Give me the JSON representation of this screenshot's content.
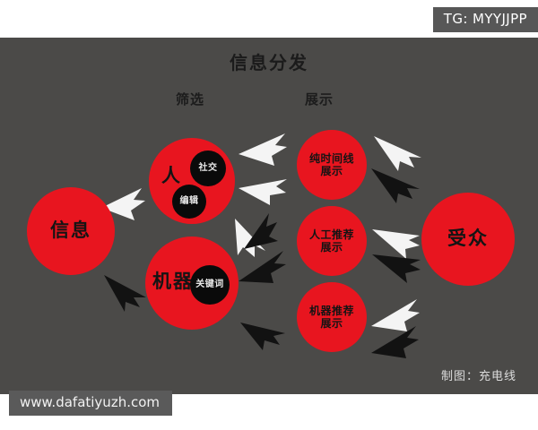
{
  "top_bar": {
    "badge_label": "TG: MYYJJPP"
  },
  "watermark": {
    "site_label": "www.dafatiyuzh.com"
  },
  "diagram": {
    "title": "信息分发",
    "column_labels": {
      "filter": "筛选",
      "display": "展示"
    },
    "credit": "制图：充电线",
    "colors": {
      "background": "#4b4a48",
      "node_red": "#e8151f",
      "subnode_black": "#0a0a0a",
      "arrow_white": "#f4f4f4",
      "arrow_black": "#111111",
      "badge_gray": "#575757"
    },
    "nodes": {
      "source": {
        "label": "信息"
      },
      "filters": [
        {
          "label": "人",
          "subnodes": [
            {
              "label": "社交"
            },
            {
              "label": "编辑"
            }
          ]
        },
        {
          "label": "机器",
          "subnodes": [
            {
              "label": "关键词"
            }
          ]
        }
      ],
      "displays": [
        {
          "label": "纯时间线\n展示",
          "line1": "纯时间线",
          "line2": "展示"
        },
        {
          "label": "人工推荐\n展示",
          "line1": "人工推荐",
          "line2": "展示"
        },
        {
          "label": "机器推荐\n展示",
          "line1": "机器推荐",
          "line2": "展示"
        }
      ],
      "target": {
        "label": "受众"
      }
    }
  }
}
